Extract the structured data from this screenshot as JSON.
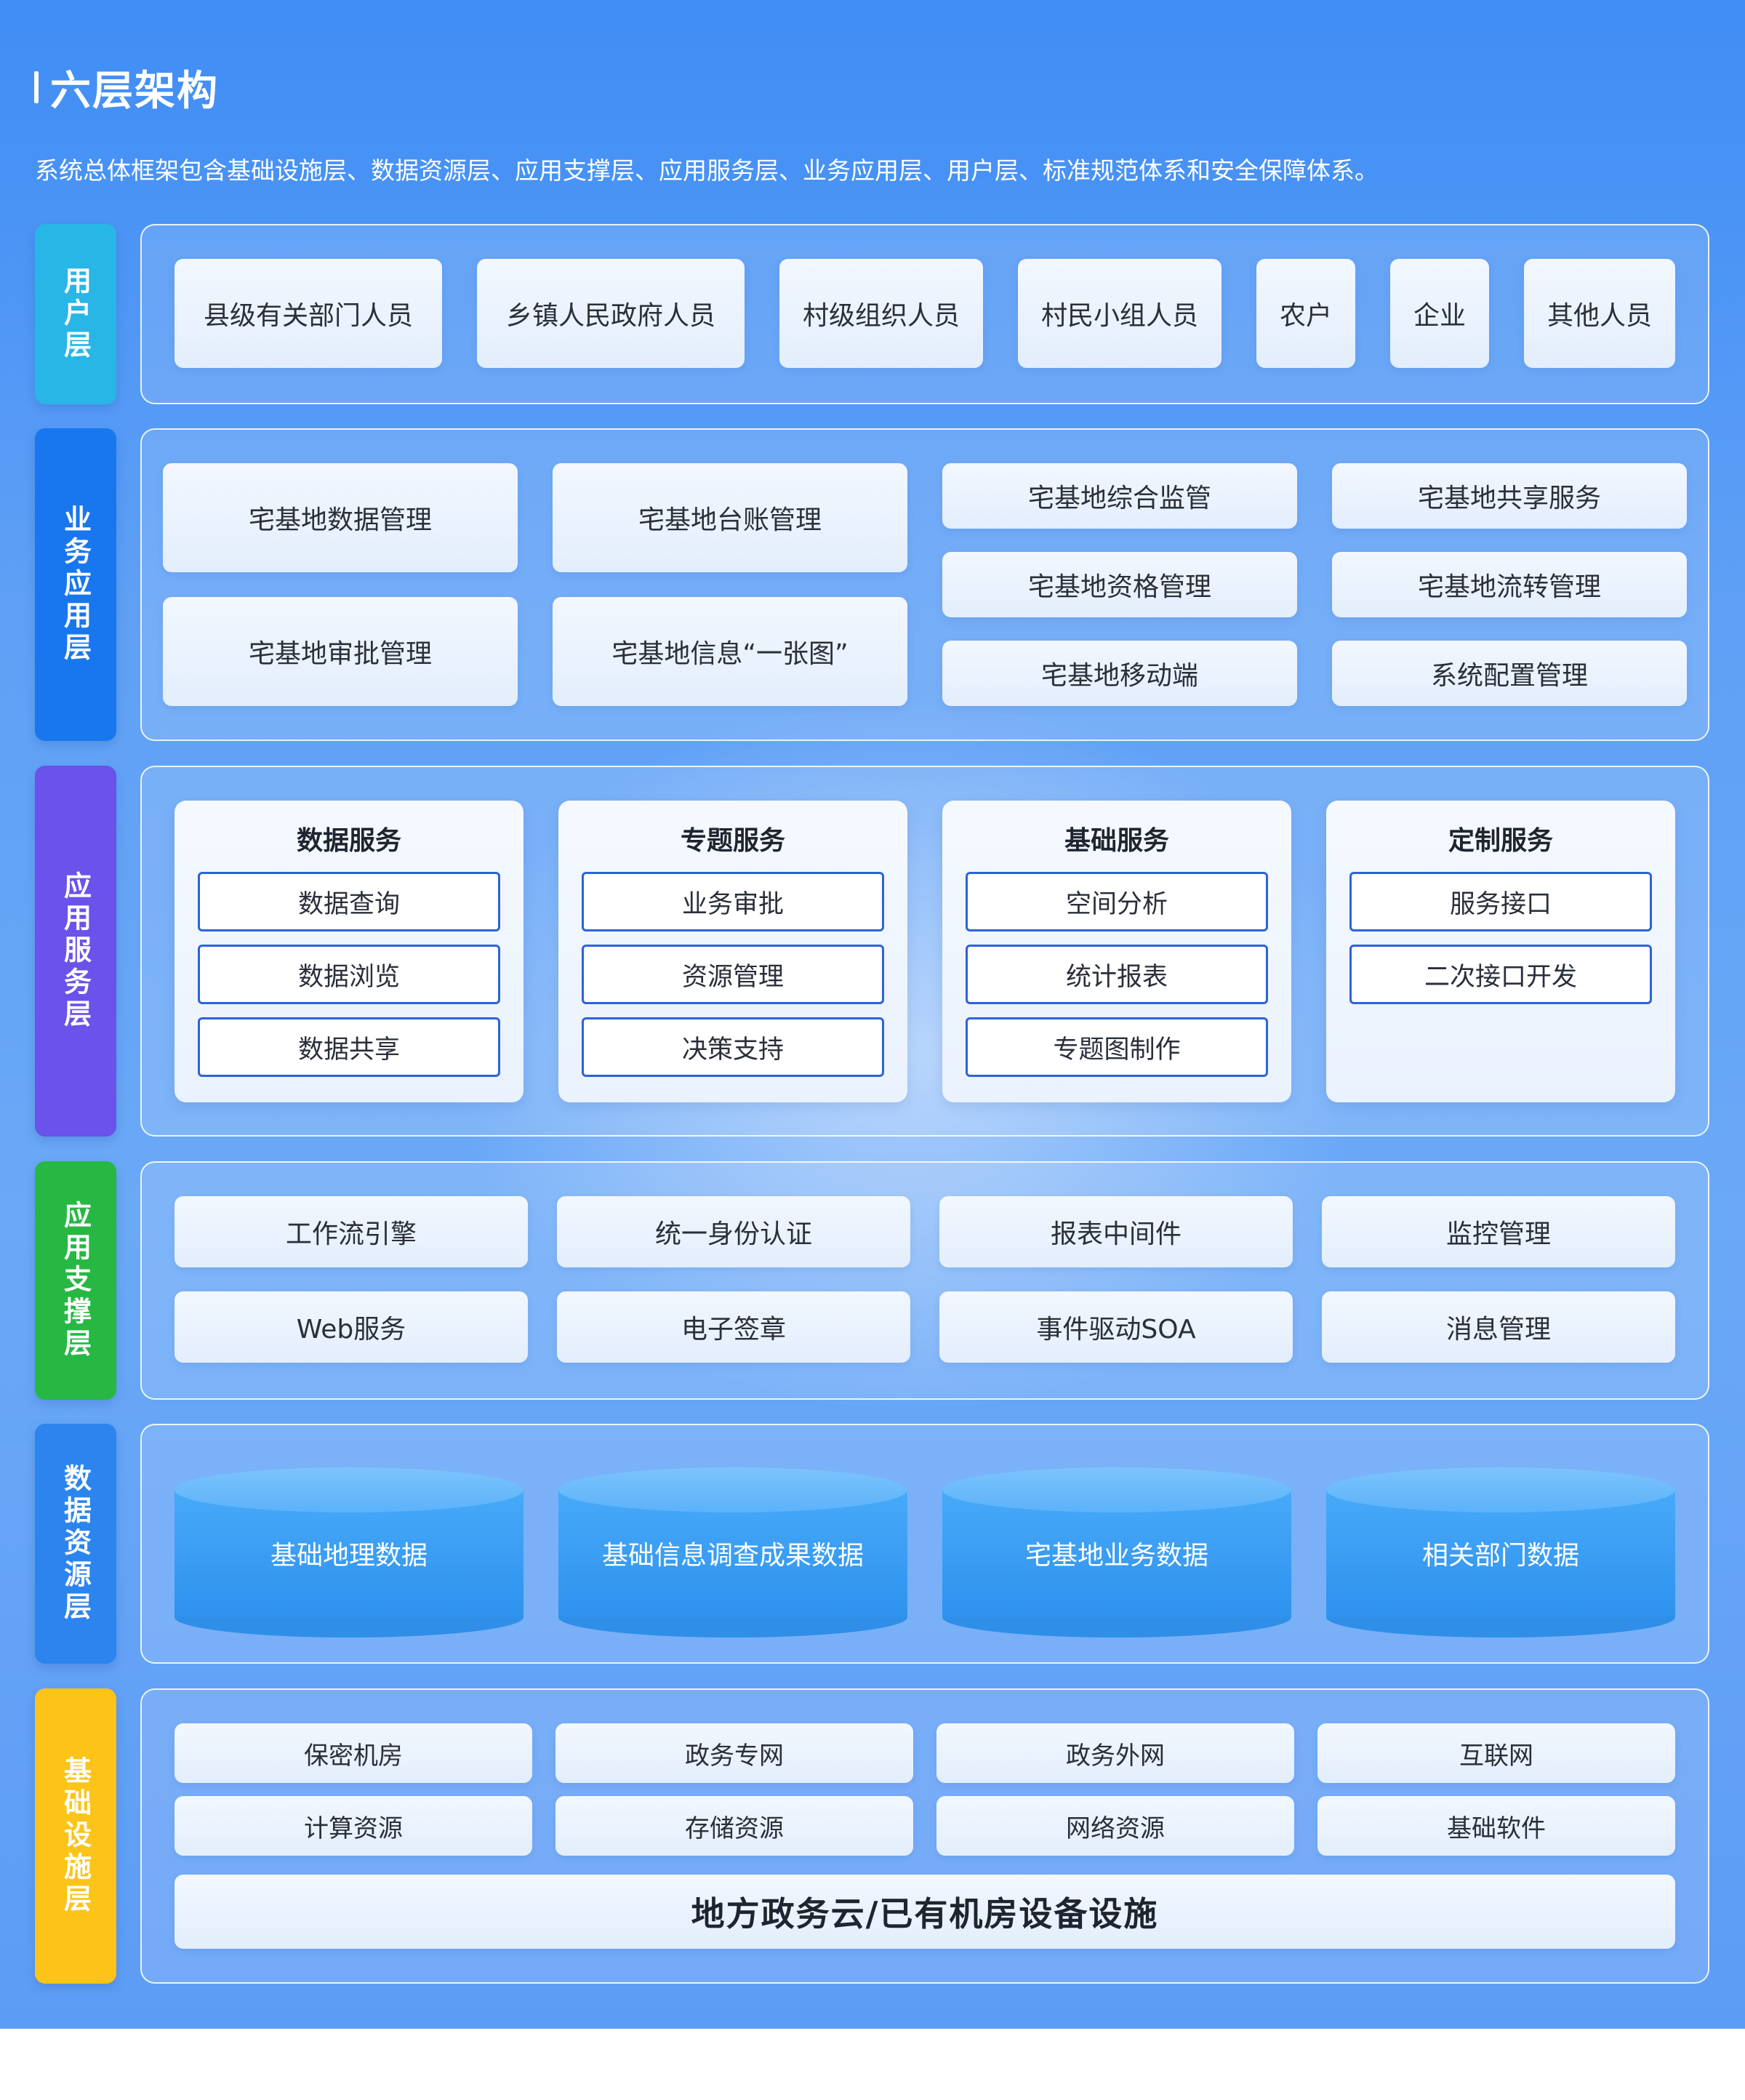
{
  "title": "六层架构",
  "subtitle": "系统总体框架包含基础设施层、数据资源层、应用支撑层、应用服务层、业务应用层、用户层、标准规范体系和安全保障体系。",
  "colors": {
    "user_layer": "#27b6e6",
    "business_layer": "#1877ee",
    "service_layer": "#6a52ea",
    "support_layer": "#26b843",
    "data_layer": "#2c84ee",
    "infra_layer": "#fcc318",
    "item_border": "#2c63d8"
  },
  "layers": {
    "user": {
      "label": "用户层",
      "items": [
        "县级有关部门人员",
        "乡镇人民政府人员",
        "村级组织人员",
        "村民小组人员",
        "农户",
        "企业",
        "其他人员"
      ]
    },
    "business": {
      "label": "业务应用层",
      "large_items": [
        "宅基地数据管理",
        "宅基地台账管理",
        "宅基地审批管理",
        "宅基地信息“一张图”"
      ],
      "small_items": [
        "宅基地综合监管",
        "宅基地共享服务",
        "宅基地资格管理",
        "宅基地流转管理",
        "宅基地移动端",
        "系统配置管理"
      ]
    },
    "service": {
      "label": "应用服务层",
      "groups": [
        {
          "title": "数据服务",
          "items": [
            "数据查询",
            "数据浏览",
            "数据共享"
          ]
        },
        {
          "title": "专题服务",
          "items": [
            "业务审批",
            "资源管理",
            "决策支持"
          ]
        },
        {
          "title": "基础服务",
          "items": [
            "空间分析",
            "统计报表",
            "专题图制作"
          ]
        },
        {
          "title": "定制服务",
          "items": [
            "服务接口",
            "二次接口开发"
          ]
        }
      ]
    },
    "support": {
      "label": "应用支撑层",
      "items": [
        "工作流引擎",
        "统一身份认证",
        "报表中间件",
        "监控管理",
        "Web服务",
        "电子签章",
        "事件驱动SOA",
        "消息管理"
      ]
    },
    "data": {
      "label": "数据资源层",
      "items": [
        "基础地理数据",
        "基础信息调查成果数据",
        "宅基地业务数据",
        "相关部门数据"
      ]
    },
    "infra": {
      "label": "基础设施层",
      "items": [
        "保密机房",
        "政务专网",
        "政务外网",
        "互联网",
        "计算资源",
        "存储资源",
        "网络资源",
        "基础软件"
      ],
      "bottom": "地方政务云/已有机房设备设施"
    }
  }
}
